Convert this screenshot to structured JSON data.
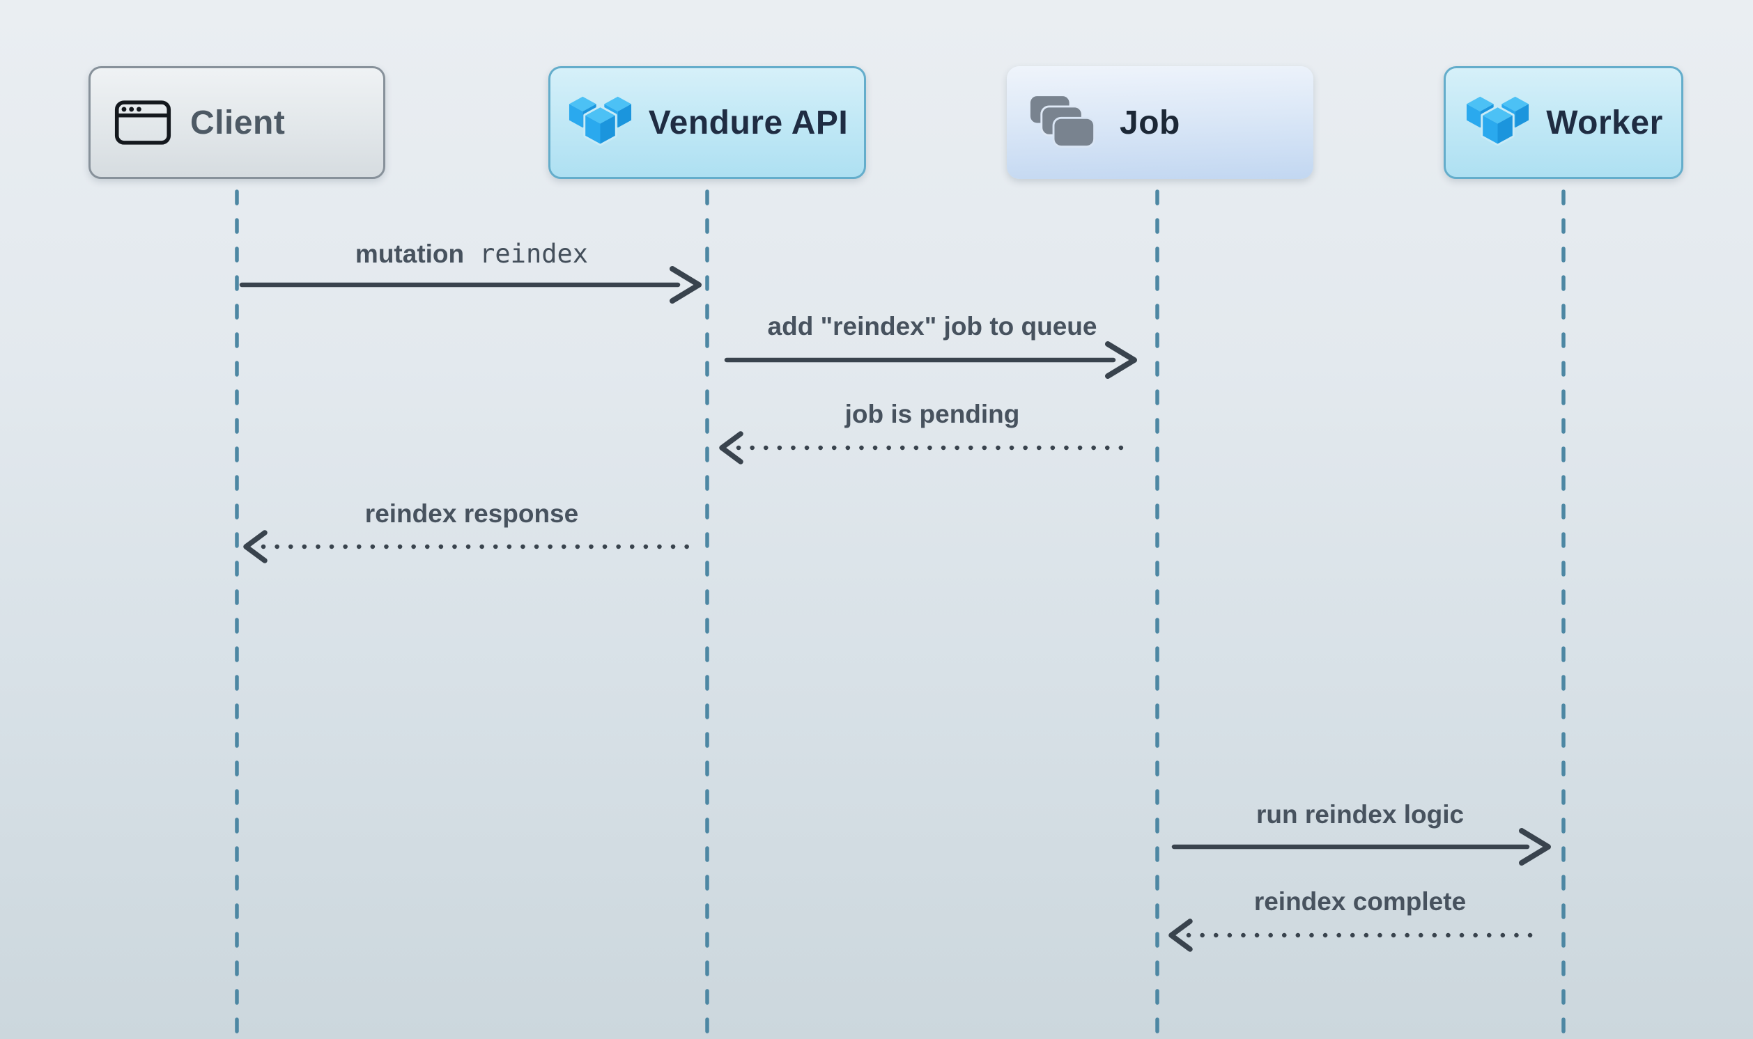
{
  "diagram": {
    "kind": "sequence-diagram",
    "actors": [
      {
        "label": "Client",
        "icon": "browser-window-icon"
      },
      {
        "label": "Vendure API",
        "icon": "vendure-logo-icon"
      },
      {
        "label": "Job",
        "icon": "stacked-cards-icon"
      },
      {
        "label": "Worker",
        "icon": "vendure-logo-icon"
      }
    ],
    "messages": [
      {
        "from": "Client",
        "to": "Vendure API",
        "label": "mutation",
        "code": "reindex",
        "line": "solid"
      },
      {
        "from": "Vendure API",
        "to": "Job",
        "label": "add \"reindex\" job to queue",
        "line": "solid"
      },
      {
        "from": "Job",
        "to": "Vendure API",
        "label": "job is pending",
        "line": "dotted"
      },
      {
        "from": "Vendure API",
        "to": "Client",
        "label": "reindex response",
        "line": "dotted"
      },
      {
        "from": "Job",
        "to": "Worker",
        "label": "run reindex logic",
        "line": "solid"
      },
      {
        "from": "Worker",
        "to": "Job",
        "label": "reindex complete",
        "line": "dotted"
      }
    ],
    "colors": {
      "background_top": "#eaeef2",
      "background_bottom": "#ccd7dd",
      "lifeline": "#4d87a3",
      "arrow": "#39434d",
      "message_text": "#47525e",
      "client_box_border": "#87919a",
      "client_box_text": "#4d5964",
      "vendure_box_fill": "#c3e9f6",
      "vendure_box_border": "#64adcb",
      "vendure_box_text": "#1f2c42",
      "job_box_fill_top": "#eff4fb",
      "job_box_fill_bottom": "#c2d7f1",
      "vendure_logo_blue": "#2aa9ee",
      "stacked_cards_gray": "#79838f",
      "browser_icon_black": "#14181d"
    }
  }
}
